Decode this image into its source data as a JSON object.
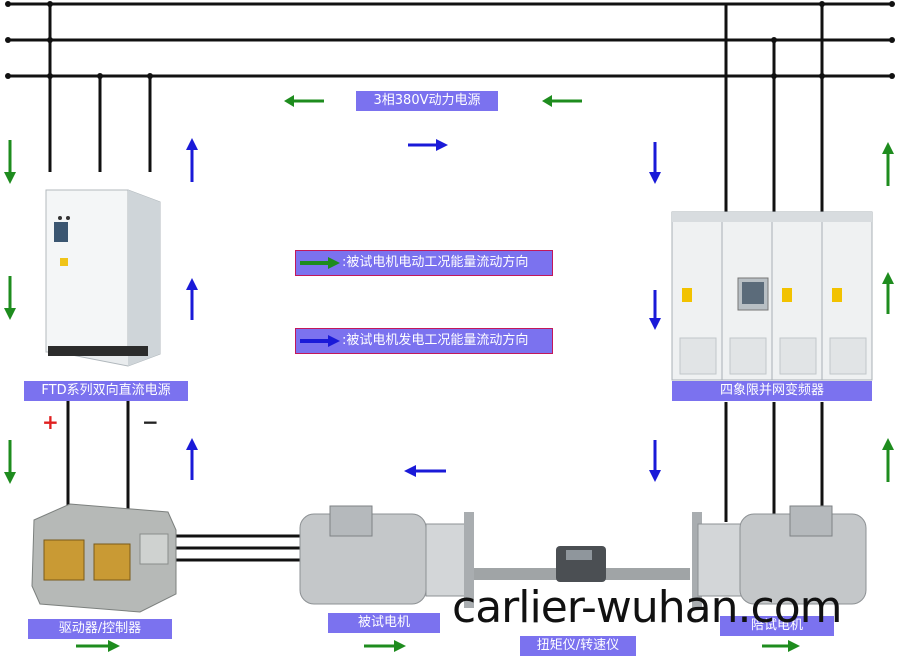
{
  "title": "3相380V动力电源",
  "labels": {
    "dc_power": "FTD系列双向直流电源",
    "inverter": "四象限并网变频器",
    "driver": "驱动器/控制器",
    "dut_motor": "被试电机",
    "load_motor": "陪试电机",
    "torque_meter": "扭矩仪/转速仪"
  },
  "legend": {
    "motoring": ":被试电机电动工况能量流动方向",
    "generating": ":被试电机发电工况能量流动方向"
  },
  "polarity": {
    "plus": "+",
    "minus": "−"
  },
  "watermark": "carlier-wuhan.com",
  "colors": {
    "motoring_arrow": "#1e8c1e",
    "generating_arrow": "#1a1ad8",
    "label_bg": "#7b72ef",
    "wire": "#111111"
  }
}
